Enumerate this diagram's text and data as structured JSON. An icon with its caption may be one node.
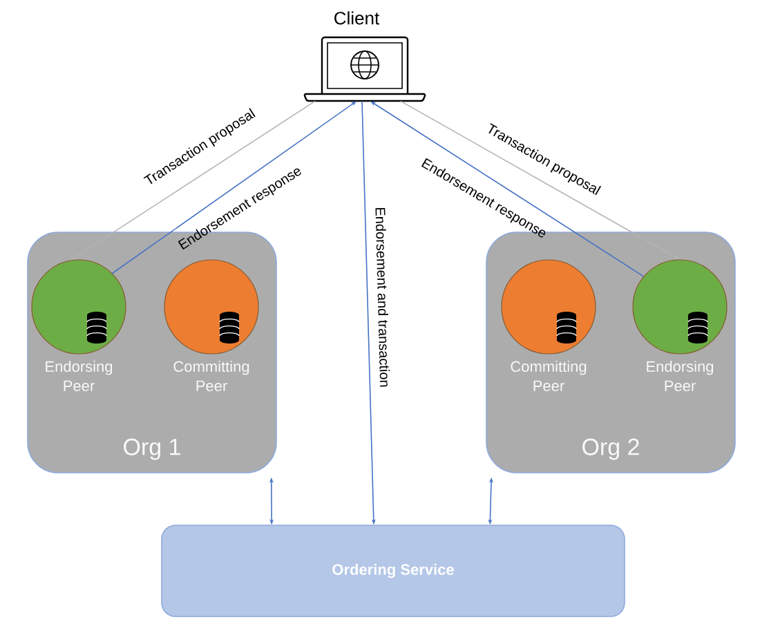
{
  "diagram": {
    "nodes": [
      {
        "text": [
          "Client"
        ]
      },
      {
        "text": [
          "Org 1"
        ]
      },
      {
        "text": [
          "Endorsing Peer"
        ],
        "in": 1
      },
      {
        "text": [
          "Committing Peer"
        ],
        "in": 1
      },
      {
        "text": [
          "Org 2"
        ]
      },
      {
        "text": [
          "Committing Peer"
        ],
        "in": 4
      },
      {
        "text": [
          "Endorsing Peer"
        ],
        "in": 4
      },
      {
        "text": [
          "Ordering Service"
        ]
      }
    ],
    "edges": [
      {
        "from": 0,
        "to": 2,
        "arrow": "to",
        "label": "Transaction proposal",
        "color": "#b3b3b3"
      },
      {
        "from": 2,
        "to": 0,
        "arrow": "to",
        "label": "Endorsement response"
      },
      {
        "from": 0,
        "to": 7,
        "arrow": "to",
        "label": "Endorsement and transaction"
      },
      {
        "from": 6,
        "to": 0,
        "arrow": "to",
        "label": "Endorsement response"
      },
      {
        "from": 0,
        "to": 6,
        "arrow": "to",
        "label": "Transaction proposal",
        "color": "#b3b3b3"
      },
      {
        "from": 1,
        "to": 7,
        "arrow": "both"
      },
      {
        "from": 4,
        "to": 7,
        "arrow": "both"
      }
    ]
  }
}
